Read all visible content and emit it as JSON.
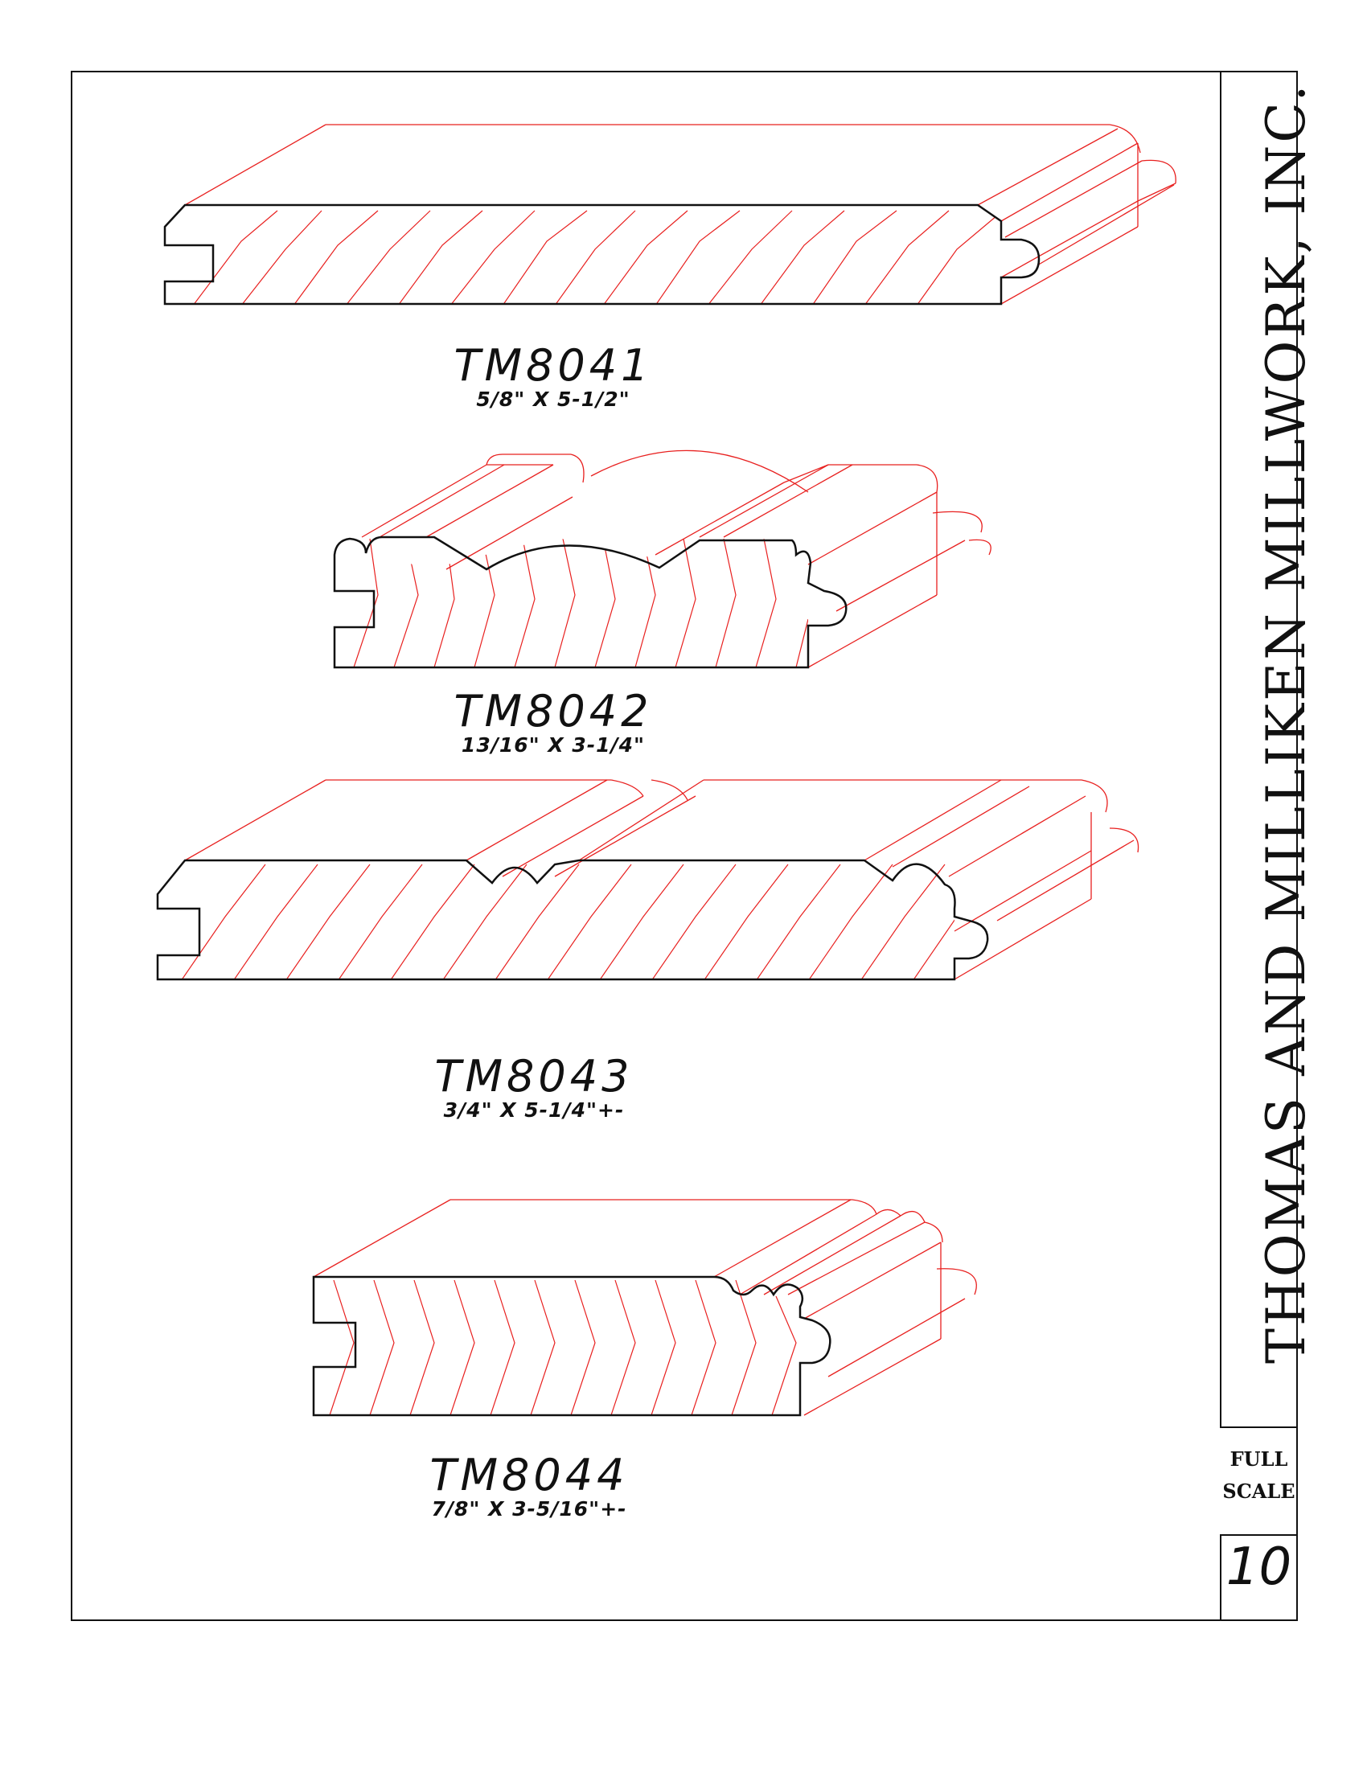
{
  "company": "THOMAS AND MILLIKEN MILLWORK, INC.",
  "scale": {
    "line1": "FULL",
    "line2": "SCALE"
  },
  "sheet_number": "10",
  "profiles": [
    {
      "name": "TM8041",
      "size": "5/8\"  X  5-1/2\""
    },
    {
      "name": "TM8042",
      "size": "13/16\"  X  3-1/4\""
    },
    {
      "name": "TM8043",
      "size": "3/4\"  X  5-1/4\"+-"
    },
    {
      "name": "TM8044",
      "size": "7/8\"  X  3-5/16\"+-"
    }
  ],
  "colors": {
    "outline": "#111111",
    "perspective": "#e8201f"
  }
}
